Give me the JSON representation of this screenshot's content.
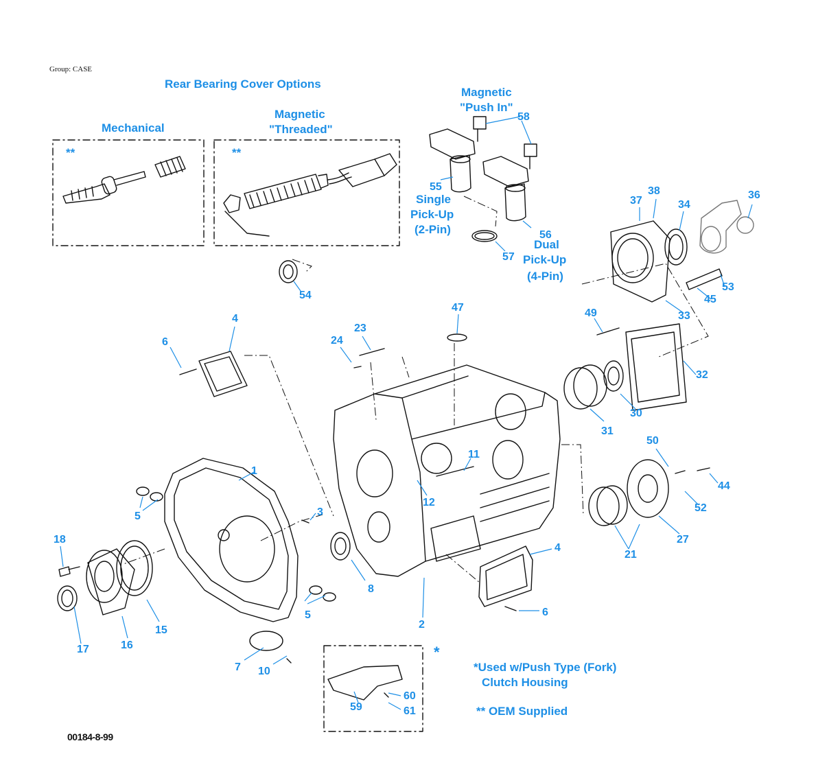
{
  "header": {
    "group_label": "Group: CASE"
  },
  "figure_id": "00184-8-99",
  "sections": {
    "rear_bearing_title": "Rear Bearing Cover Options",
    "mechanical": "Mechanical",
    "magnetic_threaded_1": "Magnetic",
    "magnetic_threaded_2": "\"Threaded\"",
    "magnetic_push_1": "Magnetic",
    "magnetic_push_2": "\"Push In\"",
    "oem_mark": "**"
  },
  "sensor_labels": {
    "single_1": "Single",
    "single_2": "Pick-Up",
    "single_3": "(2-Pin)",
    "dual_1": "Dual",
    "dual_2": "Pick-Up",
    "dual_3": "(4-Pin)"
  },
  "notes": {
    "asterisk": "*",
    "used_with_1": "*Used w/Push Type (Fork)",
    "used_with_2": "Clutch Housing",
    "oem_supplied": "** OEM Supplied"
  },
  "callouts": [
    "1",
    "2",
    "3",
    "4",
    "4",
    "5",
    "5",
    "6",
    "6",
    "7",
    "8",
    "10",
    "11",
    "12",
    "15",
    "16",
    "17",
    "18",
    "21",
    "23",
    "24",
    "27",
    "30",
    "31",
    "32",
    "33",
    "34",
    "36",
    "37",
    "38",
    "44",
    "45",
    "47",
    "49",
    "50",
    "52",
    "53",
    "54",
    "55",
    "56",
    "57",
    "58",
    "59",
    "60",
    "61"
  ],
  "accent_color": "#1d8fe6"
}
